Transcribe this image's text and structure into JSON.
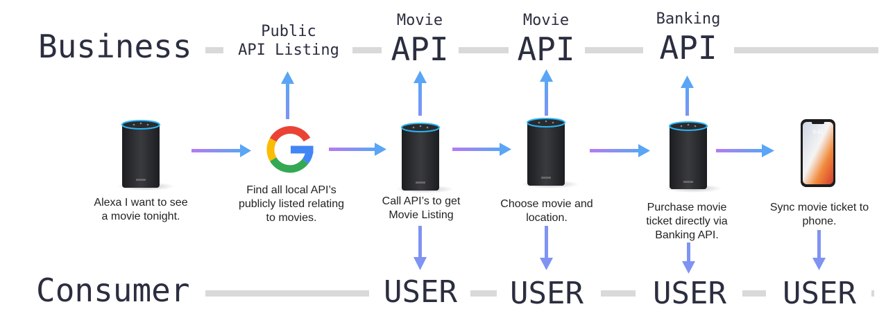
{
  "lanes": {
    "business": "Business",
    "consumer": "Consumer"
  },
  "business_labels": {
    "public_api": {
      "line1": "Public",
      "line2": "API Listing"
    },
    "movie_api_1": {
      "line1": "Movie",
      "line2": "API"
    },
    "movie_api_2": {
      "line1": "Movie",
      "line2": "API"
    },
    "banking_api": {
      "line1": "Banking",
      "line2": "API"
    }
  },
  "consumer_labels": {
    "user_1": "USER",
    "user_2": "USER",
    "user_3": "USER",
    "user_4": "USER"
  },
  "steps": {
    "step1": [
      "Alexa I want to see",
      "a movie tonight."
    ],
    "step2": [
      "Find all local API’s",
      "publicly listed relating",
      "to movies."
    ],
    "step3": [
      "Call API’s to get",
      "Movie Listing"
    ],
    "step4": [
      "Choose movie and",
      "location."
    ],
    "step5": [
      "Purchase movie",
      "ticket directly via",
      "Banking API."
    ],
    "step6": [
      "Sync movie ticket to",
      "phone."
    ]
  },
  "icons": {
    "speakers": [
      "echo-speaker-icon",
      "echo-speaker-icon",
      "echo-speaker-icon",
      "echo-speaker-icon"
    ],
    "search": "google-g-logo",
    "phone": "smartphone-icon"
  },
  "phone_time": "9:41",
  "colors": {
    "text": "#2b2e3f",
    "lane_bar": "#d9d9d9",
    "arrow_start": "#b57bf0",
    "arrow_end": "#5aa5f5",
    "speaker_ring": "#29b6f6",
    "google_blue": "#4285F4",
    "google_red": "#EA4335",
    "google_yellow": "#FBBC05",
    "google_green": "#34A853"
  }
}
